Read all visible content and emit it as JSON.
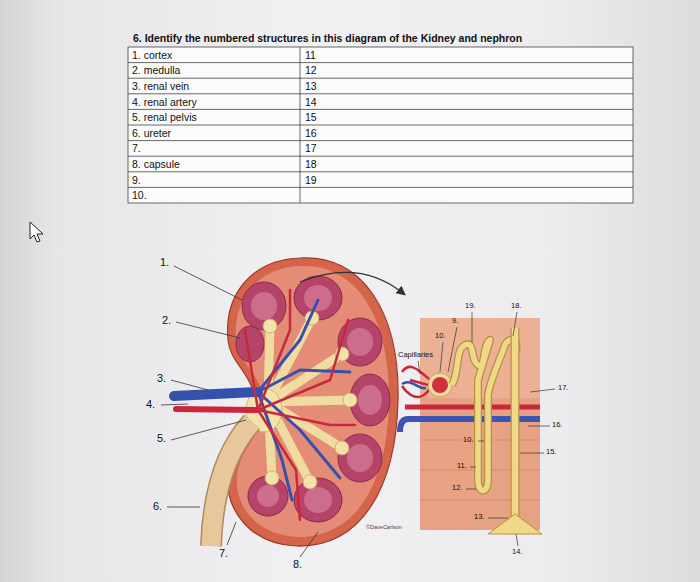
{
  "diagram": {
    "title": "6. Identify the numbered structures in this diagram of the Kidney and nephron",
    "labels": [
      "1. cortex",
      "11",
      "2. medulla",
      "12",
      "3. renal vein",
      "13",
      "4. renal artery",
      "14",
      "5. renal pelvis",
      "15",
      "6. ureter",
      "16",
      "7.",
      "17",
      "8. capsule",
      "18",
      "9.",
      "19",
      "10.",
      "1.",
      "2.",
      "3.",
      "4.",
      "5.",
      "6.",
      "7.",
      "8.",
      "19.",
      "18.",
      "9.",
      "10.",
      "Capillaries",
      "17.",
      "16.",
      "10.",
      "15.",
      "11.",
      "12.",
      "13.",
      "14.",
      "©DaveCarlson"
    ]
  }
}
